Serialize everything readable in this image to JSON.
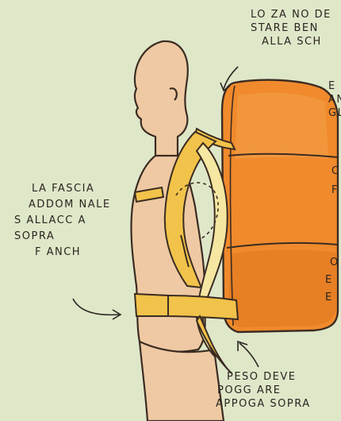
{
  "annotations": {
    "top": [
      "LO ZA NO DE",
      "STARE BEN",
      "ALLA SCH"
    ],
    "left": [
      "LA FASCIA",
      "ADDOM NALE",
      "S ALLACC A",
      "SOPRA",
      "F ANCH"
    ],
    "bottom": [
      "PESO DEVE",
      "POGG ARE",
      "APPOGA SOPRA"
    ],
    "right_top": [
      "E",
      "AN",
      "GL"
    ],
    "right_mid": [
      "C",
      "F"
    ],
    "right_low": [
      "O",
      "E",
      "E"
    ]
  },
  "colors": {
    "background": "#dfe7c9",
    "skin": "#eec9a3",
    "skin_outline": "#3b2c22",
    "pack_orange": "#f08a2c",
    "pack_dark": "#d86a17",
    "strap_yellow": "#f2c34a",
    "strap_light": "#f5e7a2",
    "ink": "#2a2520"
  },
  "icons": [
    "arrow-to-pack-top",
    "arrow-to-hip-belt",
    "arrow-to-back"
  ]
}
